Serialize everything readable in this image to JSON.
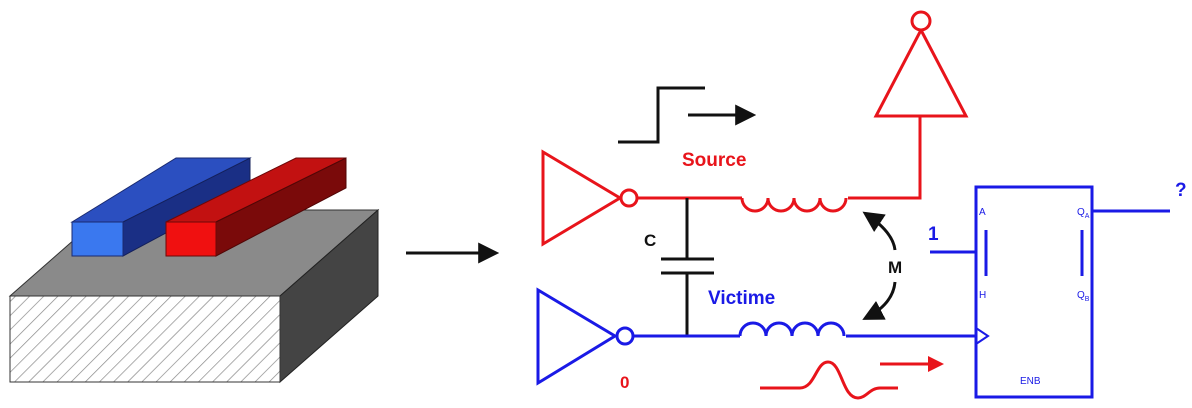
{
  "labels": {
    "source": "Source",
    "victim": "Victime",
    "capacitor": "C",
    "mutual": "M",
    "victim_input": "0",
    "latch_input": "1",
    "latch_output": "?",
    "pin_a": "A",
    "pin_h": "H",
    "pin_qa": "Q",
    "pin_qa_sub": "A",
    "pin_qb": "Q",
    "pin_qb_sub": "B",
    "pin_enb": "ENB"
  },
  "colors": {
    "aggressor": "#e8141b",
    "victim": "#1a1ae6",
    "black": "#111111",
    "substrate_top": "#8a8a8a",
    "substrate_front": "#c8c8c8",
    "substrate_side": "#444444",
    "blue_bar_top": "#2b4fc0",
    "blue_bar_front": "#3a78ef",
    "blue_bar_side": "#1a2f85",
    "red_bar_top": "#c21111",
    "red_bar_front": "#f01010",
    "red_bar_side": "#7a0a0a"
  }
}
